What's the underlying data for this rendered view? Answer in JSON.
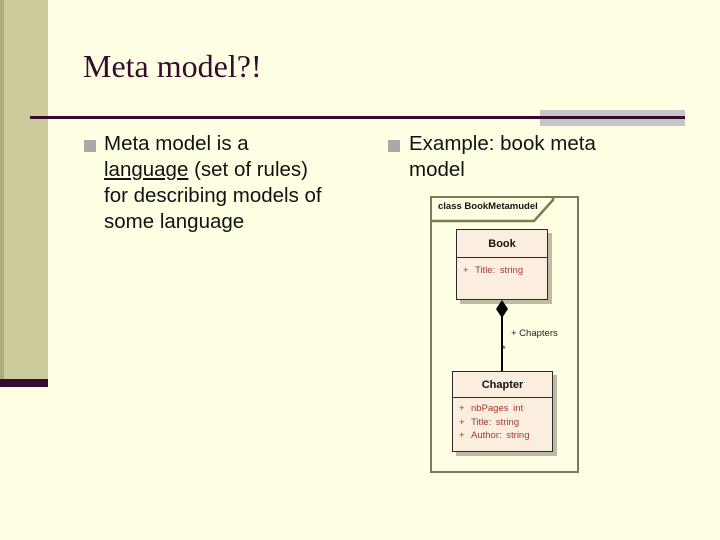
{
  "slide": {
    "title": "Meta model?!",
    "colors": {
      "background": "#FFFFE3",
      "sidebar_olive": "#CBCB9C",
      "accent_purple": "#370B2F",
      "rule_gray": "#C6C6C6",
      "bullet_gray": "#A9A9A9",
      "attribute_red": "#A03A2C",
      "frame_border_olive": "#7C7C52",
      "class_fill": "#FBEEDF"
    },
    "bullet_left": {
      "line1": "Meta model is a",
      "line2_underlined": "language",
      "line2_rest": " (set of rules)",
      "line3": "for describing models of",
      "line4": "some language"
    },
    "bullet_right": {
      "line1": "Example: book meta",
      "line2": "model"
    }
  },
  "uml": {
    "frame_label": "class BookMetamudel",
    "book": {
      "name": "Book",
      "attributes": [
        {
          "vis": "+",
          "text": "Title: string"
        }
      ]
    },
    "association": {
      "label": "+ Chapters",
      "multiplicity": "*"
    },
    "chapter": {
      "name": "Chapter",
      "attributes": [
        {
          "vis": "+",
          "text": "nbPages int"
        },
        {
          "vis": "+",
          "text": "Title: string"
        },
        {
          "vis": "+",
          "text": "Author: string"
        }
      ]
    }
  }
}
